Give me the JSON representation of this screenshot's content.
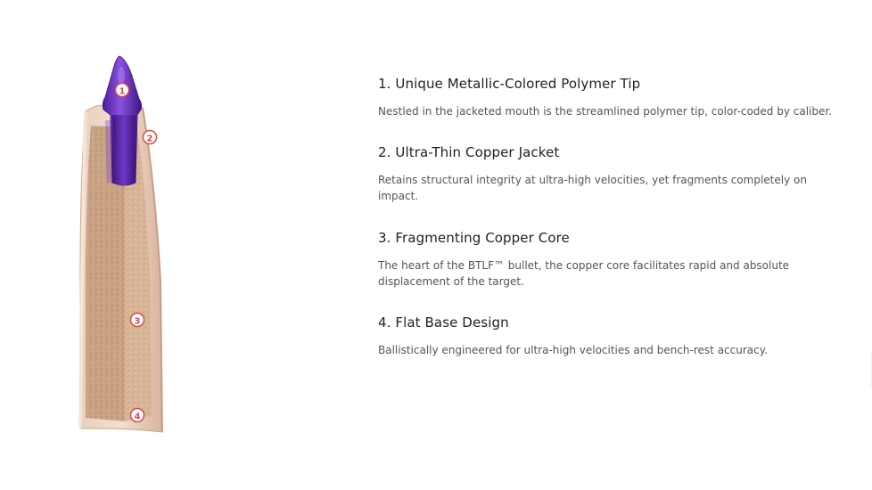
{
  "diagram": {
    "callouts": [
      "1",
      "2",
      "3",
      "4"
    ]
  },
  "features": [
    {
      "title": "1. Unique Metallic-Colored Polymer Tip",
      "description": "Nestled in the jacketed mouth is the streamlined polymer tip, color-coded by caliber."
    },
    {
      "title": "2. Ultra-Thin Copper Jacket",
      "description": "Retains structural integrity at ultra-high velocities, yet fragments completely on impact."
    },
    {
      "title": "3. Fragmenting Copper Core",
      "description": "The heart of the BTLF™ bullet, the copper core facilitates rapid and absolute displacement of the target."
    },
    {
      "title": "4. Flat Base Design",
      "description": "Ballistically engineered for ultra-high velocities and bench-rest accuracy."
    }
  ],
  "colors": {
    "tip": "#6a2fc2",
    "jacket": "#e6c7b3",
    "core": "#c9a183",
    "callout": "#d94a4a"
  }
}
